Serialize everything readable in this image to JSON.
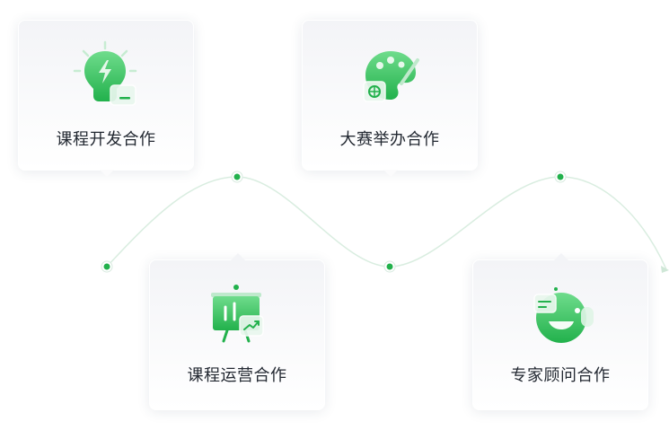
{
  "cards": [
    {
      "label": "课程开发合作",
      "icon": "lightbulb-icon"
    },
    {
      "label": "大赛举办合作",
      "icon": "palette-icon"
    },
    {
      "label": "课程运营合作",
      "icon": "presentation-board-icon"
    },
    {
      "label": "专家顾问合作",
      "icon": "chat-bubble-icon"
    }
  ],
  "colors": {
    "accent": "#22b14c",
    "accent_light": "#6fdc8c",
    "connector": "#d9ede0",
    "text": "#222831"
  }
}
